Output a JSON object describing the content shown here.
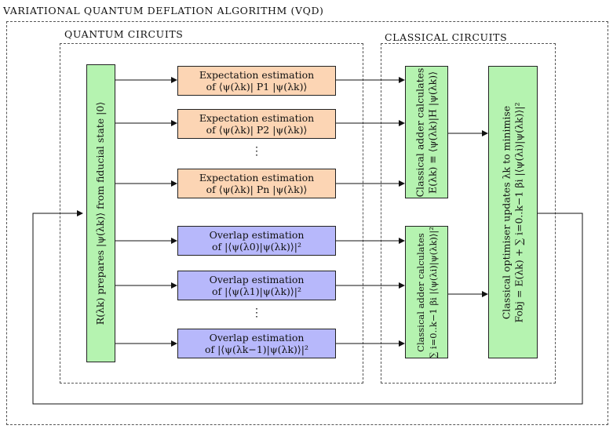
{
  "title": "VARIATIONAL QUANTUM DEFLATION ALGORITHM (VQD)",
  "sections": {
    "quantum": "QUANTUM CIRCUITS",
    "classical": "CLASSICAL CIRCUITS"
  },
  "preparation": "R(λk) prepares |ψ(λk)⟩ from fiducial state |0⟩",
  "expectation_boxes": [
    {
      "line1": "Expectation estimation",
      "line2": "of ⟨ψ(λk)| P1 |ψ(λk)⟩"
    },
    {
      "line1": "Expectation estimation",
      "line2": "of ⟨ψ(λk)| P2 |ψ(λk)⟩"
    },
    {
      "line1": "Expectation estimation",
      "line2": "of ⟨ψ(λk)| Pn |ψ(λk)⟩"
    }
  ],
  "overlap_boxes": [
    {
      "line1": "Overlap estimation",
      "line2": "of |⟨ψ(λ0)|ψ(λk)⟩|²"
    },
    {
      "line1": "Overlap estimation",
      "line2": "of |⟨ψ(λ1)|ψ(λk)⟩|²"
    },
    {
      "line1": "Overlap estimation",
      "line2": "of |⟨ψ(λk−1)|ψ(λk)⟩|²"
    }
  ],
  "ellipsis": "⋮",
  "adder_energy": {
    "line1": "Classical adder calculates",
    "line2": "E(λk) ≡ ⟨ψ(λk)|H |ψ(λk)⟩"
  },
  "adder_overlap": {
    "line1": "Classical adder calculates",
    "line2": "∑ i=0..k−1 βi |⟨ψ(λi)|ψ(λk)⟩|²"
  },
  "optimiser": {
    "line1": "Classical optimiser updates λk to minimise",
    "line2": "Fobj = E(λk) + ∑ i=0..k−1 βi |⟨ψ(λi)|ψ(λk)⟩|²"
  },
  "colors": {
    "expectation": "#fcd5b4",
    "overlap": "#b7b8fb",
    "classical": "#b5f3b0"
  }
}
